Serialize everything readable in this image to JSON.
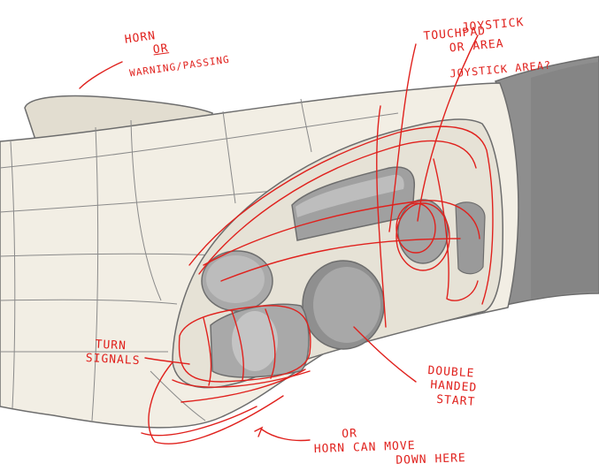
{
  "colors": {
    "body": "#f2eee4",
    "grip": "#8e8e8e",
    "ink": "#e0211d",
    "line": "#6d6d6d"
  },
  "annotations": {
    "horn_line1": "HORN",
    "horn_line2": "OR",
    "horn_line3": "WARNING/PASSING",
    "touchpad_line1": "TOUCHPAD",
    "touchpad_overwrite": "JOYSTICK",
    "touchpad_line2": "OR AREA",
    "touchpad_line3": "JOYSTICK AREA?",
    "turn_line1": "TURN",
    "turn_line2": "SIGNALS",
    "start_line1": "DOUBLE",
    "start_line2": "HANDED",
    "start_line3": "START",
    "horn_move_line1": "OR",
    "horn_move_line2": "HORN CAN MOVE",
    "horn_move_line3": "DOWN HERE"
  }
}
